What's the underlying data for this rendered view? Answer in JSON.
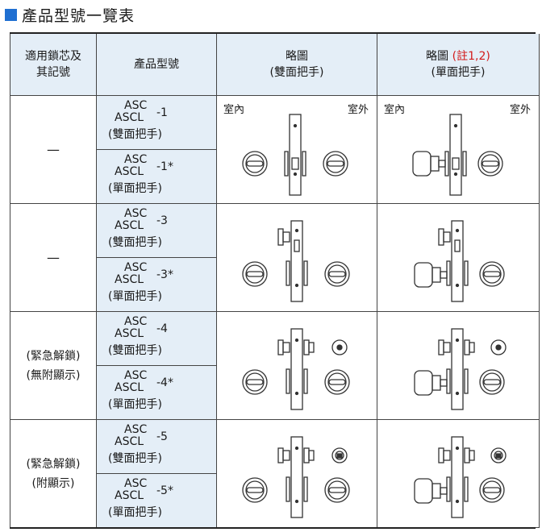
{
  "title": "產品型號一覽表",
  "header": {
    "col1_line1": "適用鎖芯及",
    "col1_line2": "其記號",
    "col2": "產品型號",
    "col3_line1": "略圖",
    "col3_line2": "(雙面把手)",
    "col4_line1": "略圖",
    "col4_note": "(註1,2)",
    "col4_line2": "(單面把手)"
  },
  "labels": {
    "indoor": "室內",
    "outdoor": "室外"
  },
  "groups": [
    {
      "label": [
        "—"
      ],
      "models": [
        {
          "l1": "ASC",
          "l2": "ASCL",
          "suffix": "-1",
          "l3": "(雙面把手)"
        },
        {
          "l1": "ASC",
          "l2": "ASCL",
          "suffix": "-1*",
          "l3": "(單面把手)"
        }
      ]
    },
    {
      "label": [
        "—"
      ],
      "models": [
        {
          "l1": "ASC",
          "l2": "ASCL",
          "suffix": "-3",
          "l3": "(雙面把手)"
        },
        {
          "l1": "ASC",
          "l2": "ASCL",
          "suffix": "-3*",
          "l3": "(單面把手)"
        }
      ]
    },
    {
      "label": [
        "(緊急解鎖)",
        "(無附顯示)"
      ],
      "models": [
        {
          "l1": "ASC",
          "l2": "ASCL",
          "suffix": "-4",
          "l3": "(雙面把手)"
        },
        {
          "l1": "ASC",
          "l2": "ASCL",
          "suffix": "-4*",
          "l3": "(單面把手)"
        }
      ]
    },
    {
      "label": [
        "(緊急解鎖)",
        "(附顯示)"
      ],
      "models": [
        {
          "l1": "ASC",
          "l2": "ASCL",
          "suffix": "-5",
          "l3": "(雙面把手)"
        },
        {
          "l1": "ASC",
          "l2": "ASCL",
          "suffix": "-5*",
          "l3": "(單面把手)"
        }
      ]
    }
  ],
  "colors": {
    "accent": "#1f6fd1",
    "header_bg": "#e4eef7",
    "note": "#d21a1a"
  }
}
